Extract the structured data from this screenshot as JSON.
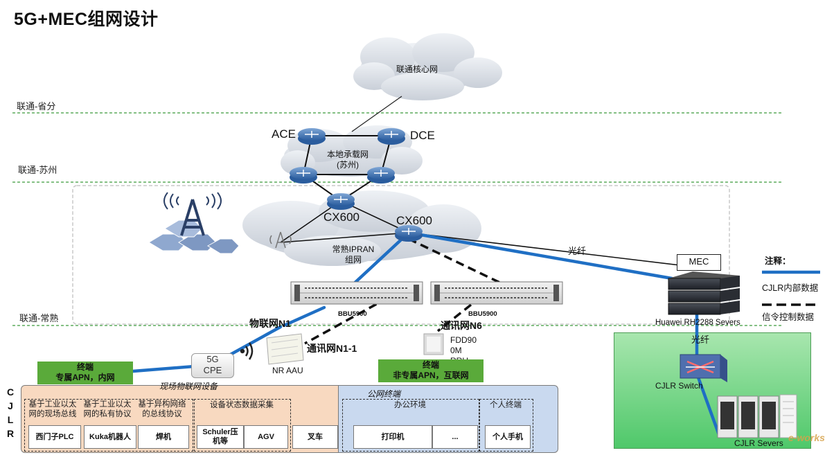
{
  "title": "5G+MEC组网设计",
  "zones": {
    "province": "联通-省分",
    "suzhou": "联通-苏州",
    "changshu": "联通-常熟"
  },
  "clouds": {
    "core": "联通核心网",
    "bearer_line1": "本地承载网",
    "bearer_line2": "(苏州)",
    "ipran_line1": "常熟IPRAN",
    "ipran_line2": "组网"
  },
  "routers": {
    "ace": "ACE",
    "dce": "DCE",
    "cx600_left": "CX600",
    "cx600_right": "CX600"
  },
  "links": {
    "fiber_top": "光纤",
    "fiber_vertical": "光纤"
  },
  "bbu": {
    "left": "BBU5900",
    "right": "BBU5900"
  },
  "networks": {
    "iot_n1": "物联网N1",
    "comm_n1_1": "通讯网N1-1",
    "comm_n6": "通讯网N6",
    "nr_aau": "NR AAU",
    "fdd_line1": "FDD90",
    "fdd_line2": "0M",
    "fdd_line3": "RRU"
  },
  "mec": {
    "label": "MEC",
    "server": "Huawei RH2288 Severs"
  },
  "cjlr": {
    "switch": "CJLR Switch",
    "servers": "CJLR Severs",
    "letters": [
      "C",
      "J",
      "L",
      "R"
    ]
  },
  "legend": {
    "title": "注释：",
    "internal": "CJLR内部数据",
    "signaling": "信令控制数据",
    "colors": {
      "internal": "#1f6fc4",
      "signaling": "#111111"
    }
  },
  "terminals": {
    "left_line1": "终端",
    "left_line2": "专属APN，内网",
    "right_line1": "终端",
    "right_line2": "非专属APN，互联网"
  },
  "cpe": {
    "line1": "5G",
    "line2": "CPE"
  },
  "field": {
    "iot_devices": "现场物联网设备",
    "public_terminal": "公网终端",
    "col1_header": "基于工业以太网的现场总线",
    "col2_header": "基于工业以太网的私有协议",
    "col3_header": "基于异构网络的总线协议",
    "col4_header": "设备状态数据采集",
    "office": "办公环境",
    "personal": "个人终端",
    "cells": {
      "plc": "西门子PLC",
      "kuka": "Kuka机器人",
      "weld": "焊机",
      "schuler": "Schuler压机等",
      "agv": "AGV",
      "forklift": "叉车",
      "printer": "打印机",
      "more": "...",
      "phone": "个人手机"
    }
  },
  "watermark": "e-works"
}
